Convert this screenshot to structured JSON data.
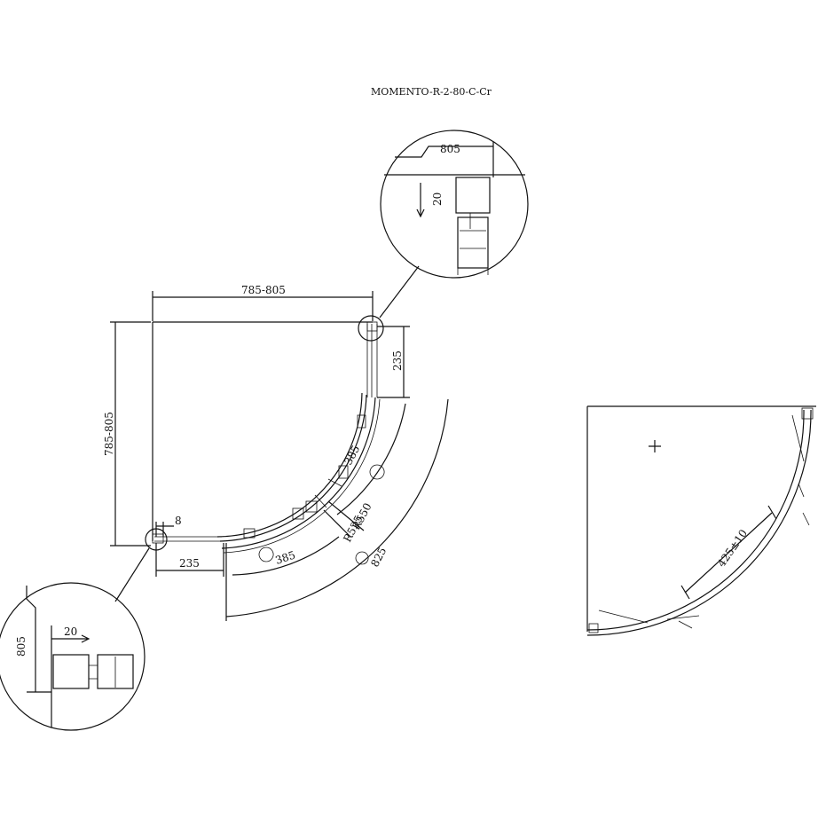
{
  "title": "MOMENTO-R-2-80-C-Cr",
  "main_view": {
    "width_dim": "785-805",
    "height_dim": "785-805",
    "right_offset": "235",
    "bottom_offset": "235",
    "gap": "8",
    "door_width_right": "385",
    "door_width_bottom": "385",
    "radius_outer": "R550",
    "radius_inner": "R525",
    "radius_entry": "825"
  },
  "detail_top": {
    "width": "805",
    "profile": "20"
  },
  "detail_bottom": {
    "height": "805",
    "profile": "20"
  },
  "open_view": {
    "opening": "425±10"
  }
}
